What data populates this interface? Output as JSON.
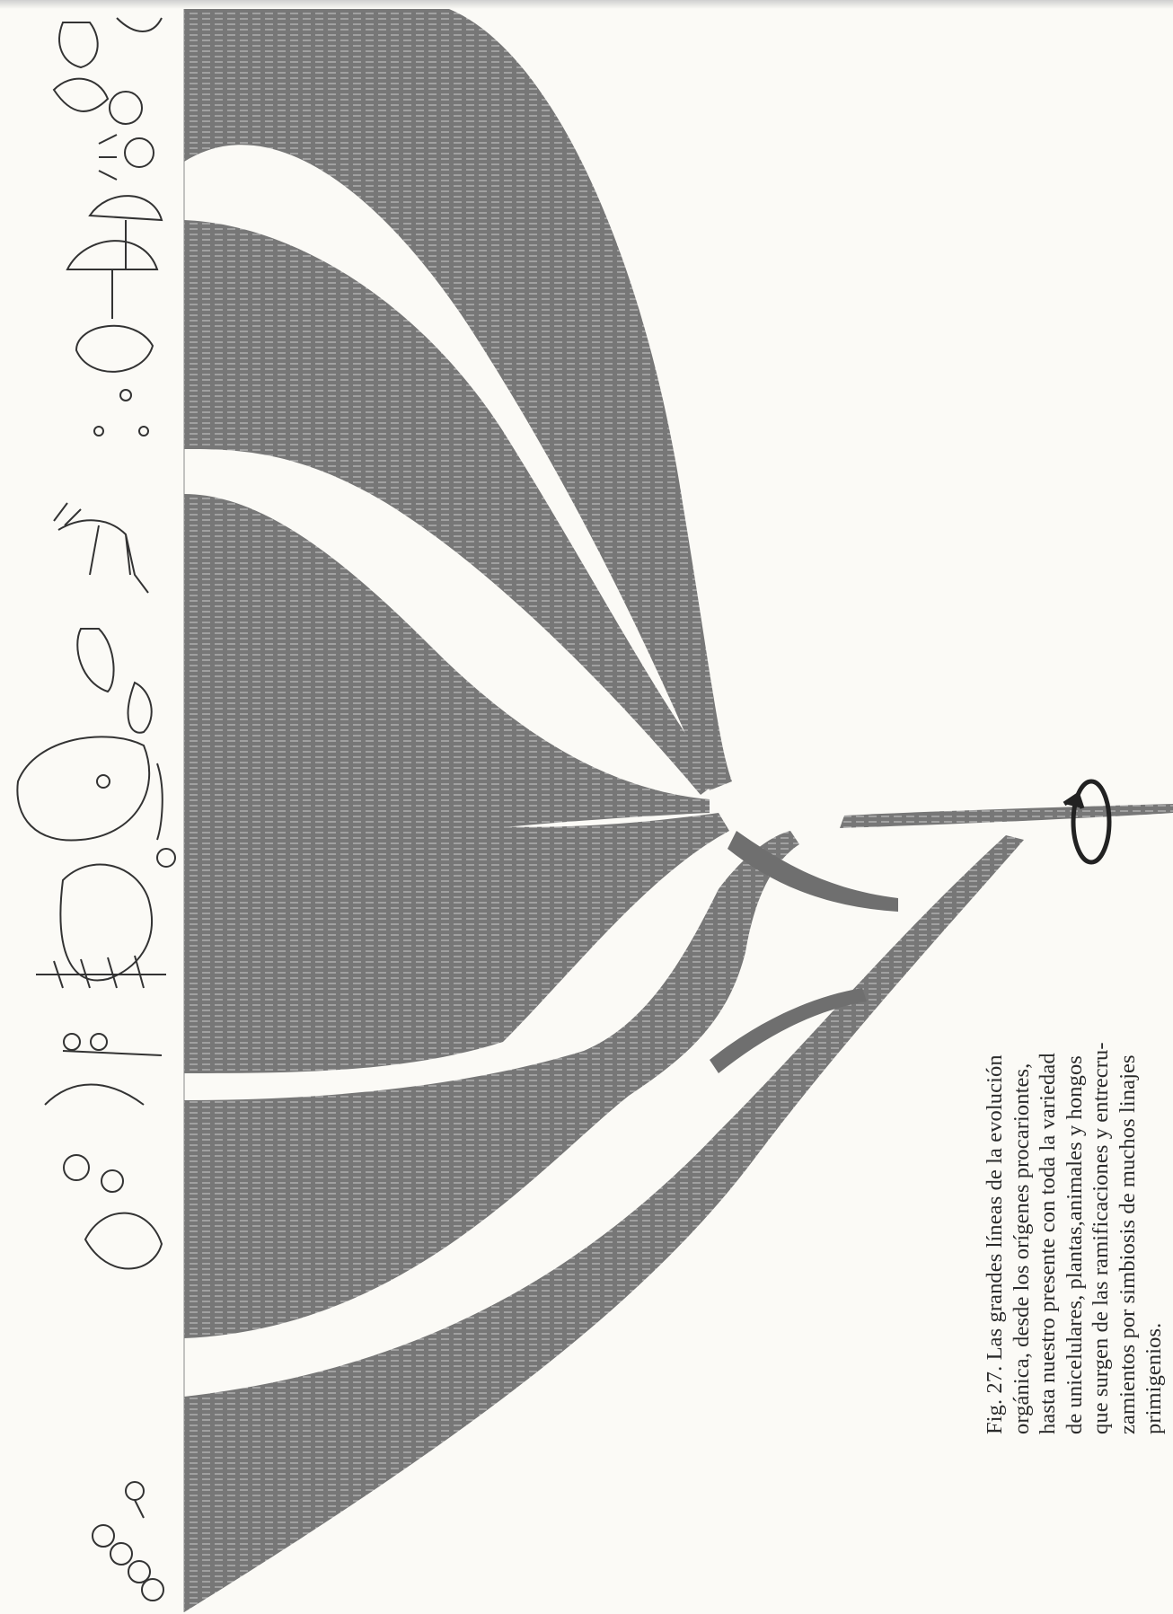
{
  "caption": {
    "lines": [
      "Fig. 27. Las grandes líneas de la evolución",
      "orgánica, desde los orígenes procariontes,",
      "hasta nuestro presente con toda la variedad",
      "de unicelulares, plantas,animales y hongos",
      "que surgen de las ramificaciones y entrecru-",
      "zamientos por simbiosis de muchos linajes",
      "primigenios."
    ]
  },
  "colors": {
    "page": "#fbfaf6",
    "ink": "#6e6e6e",
    "ink_dark": "#4a4a4a"
  },
  "figure": {
    "groups": [
      "bacteria",
      "plants",
      "protists",
      "animals",
      "fungi",
      "animals-invertebrates"
    ],
    "icons": [
      "bacteria-chain-icon",
      "plants-icon",
      "protists-icon",
      "animals-icon",
      "fungi-icon",
      "invertebrates-icon",
      "cycle-arrow-icon"
    ]
  }
}
